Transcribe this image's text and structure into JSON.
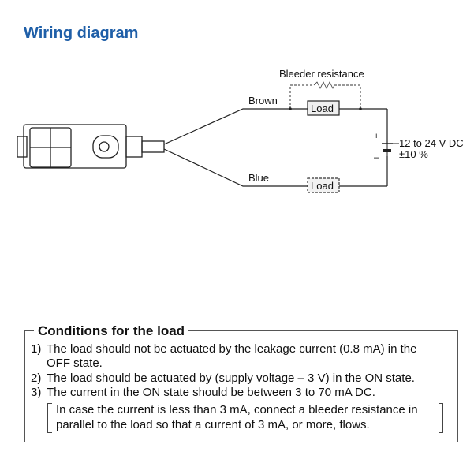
{
  "title": "Wiring diagram",
  "diagram": {
    "bleeder_label": "Bleeder resistance",
    "brown_label": "Brown",
    "blue_label": "Blue",
    "load_label_top": "Load",
    "load_label_bottom": "Load",
    "plus_sign": "+",
    "minus_sign": "–",
    "voltage_line1": "12 to 24 V DC",
    "voltage_line2": "±10 %"
  },
  "conditions": {
    "heading": "Conditions for the load",
    "items": [
      {
        "num": "1)",
        "text": "The load should not be actuated by the leakage current (0.8 mA) in the OFF state."
      },
      {
        "num": "2)",
        "text": "The load should be actuated by (supply voltage – 3 V) in the ON state."
      },
      {
        "num": "3)",
        "text": "The current in the ON state should be between 3 to 70 mA DC."
      }
    ],
    "note": "In case the current is less than 3 mA, connect a bleeder resistance in parallel to the load so that a current of 3 mA, or more, flows."
  }
}
